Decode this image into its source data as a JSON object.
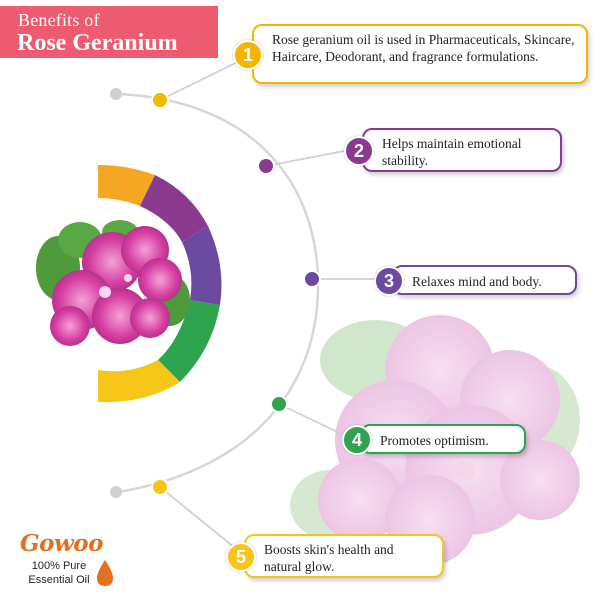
{
  "header": {
    "line1": "Benefits of",
    "line2": "Rose Geranium",
    "banner_color": "#ee5a6f"
  },
  "benefits": [
    {
      "number": "1",
      "text": "Rose geranium oil is used in Pharmaceuticals, Skincare, Haircare, Deodorant, and fragrance formulations.",
      "color": "#f5a623"
    },
    {
      "number": "2",
      "text": "Helps maintain emotional stability.",
      "color": "#8a3a8f"
    },
    {
      "number": "3",
      "text": "Relaxes mind and body.",
      "color": "#6b4aa0"
    },
    {
      "number": "4",
      "text": "Promotes optimism.",
      "color": "#2ea44f"
    },
    {
      "number": "5",
      "text": "Boosts skin's health and natural glow.",
      "color": "#f5c518"
    }
  ],
  "logo": {
    "brand": "Gowoo",
    "tagline1": "100% Pure",
    "tagline2": "Essential Oil",
    "brand_color": "#e66f1f"
  },
  "icons": {
    "flower": "rose-geranium-flower",
    "faded_flower": "rose-geranium-faded-flower",
    "drop": "oil-drop"
  }
}
